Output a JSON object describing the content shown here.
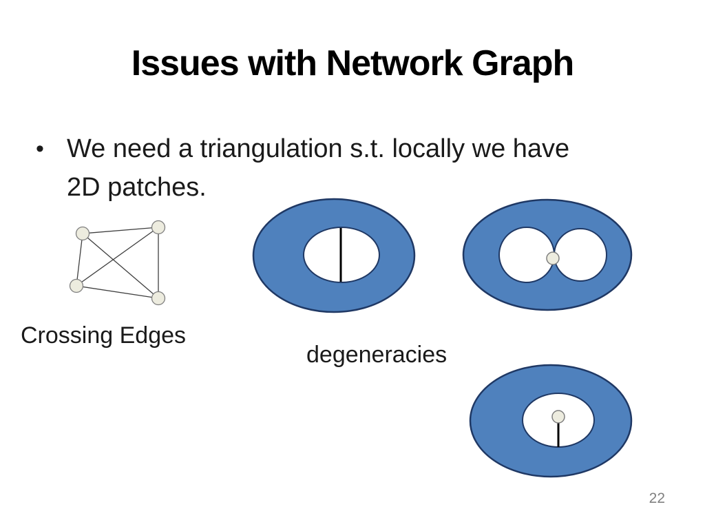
{
  "slide": {
    "title": "Issues with Network Graph",
    "bullet": {
      "marker": "•",
      "lines": [
        "We need a triangulation s.t. locally we have",
        "2D patches."
      ]
    },
    "labels": {
      "crossing_edges": "Crossing Edges",
      "degeneracies": "degeneracies"
    },
    "page_number": "22"
  },
  "figures": {
    "crossing_graph": "complete graph of 4 nodes with two crossing diagonal edges",
    "degeneracy_chord": "blue ellipse with white hole split by a vertical edge",
    "degeneracy_pinch": "blue ellipse with two white holes meeting at a single vertex",
    "degeneracy_dangling": "blue ellipse with white hole containing a vertex with a dangling edge"
  },
  "colors": {
    "background": "#ffffff",
    "text_black": "#1a1a1a",
    "ellipse_fill": "#4f81bd",
    "ellipse_stroke": "#1f3864",
    "hole_fill": "#ffffff",
    "node_fill": "#edecdf",
    "node_stroke": "#7f7f7f",
    "edge_stroke": "#3f3f3f",
    "chord_stroke": "#000000",
    "page_number_gray": "#808080"
  }
}
